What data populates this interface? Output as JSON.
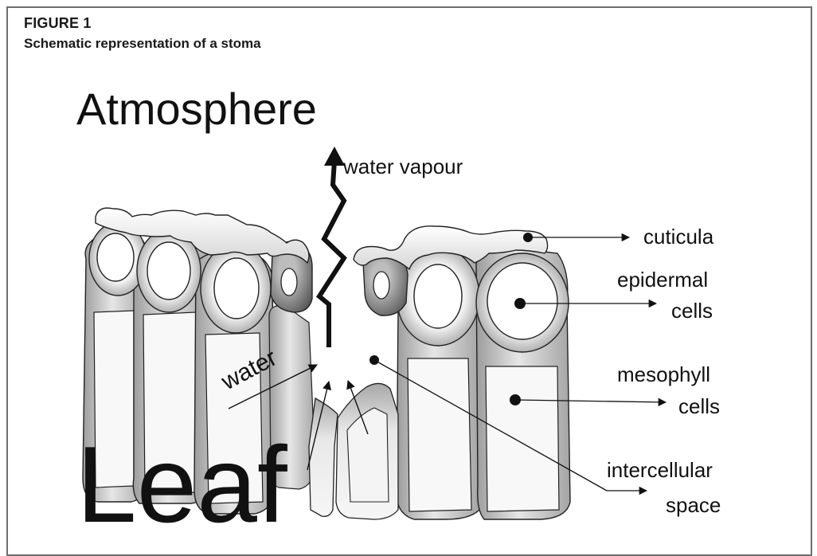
{
  "figure": {
    "label": "FIGURE 1",
    "caption": "Schematic representation of a stoma"
  },
  "diagram": {
    "region_top": "Atmosphere",
    "region_bottom": "Leaf",
    "flow_vapour": "water vapour",
    "flow_water": "water",
    "labels": {
      "cuticula": "cuticula",
      "epidermal_line1": "epidermal",
      "epidermal_line2": "cells",
      "mesophyll_line1": "mesophyll",
      "mesophyll_line2": "cells",
      "intercellular_line1": "intercellular",
      "intercellular_line2": "space"
    }
  }
}
